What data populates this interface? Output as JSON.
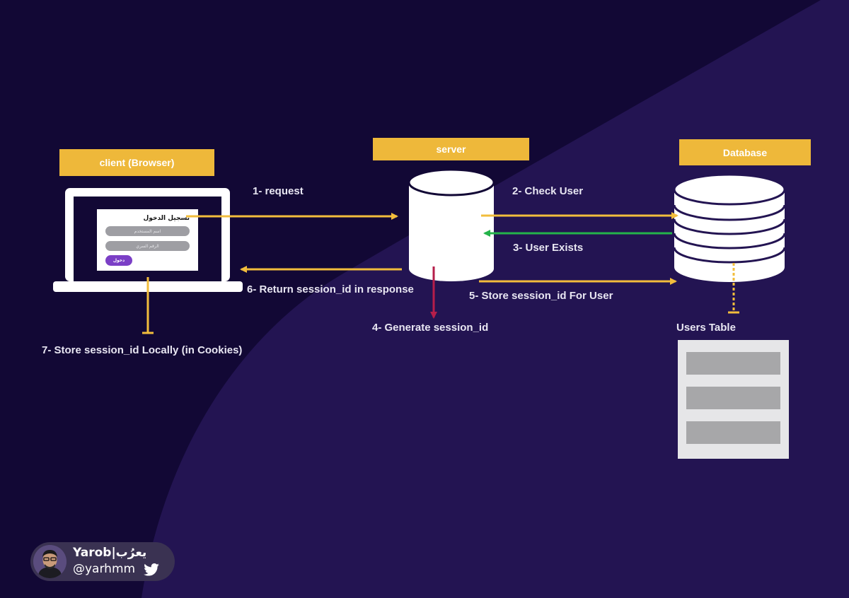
{
  "title_labels": {
    "client": "client (Browser)",
    "server": "server",
    "database": "Database"
  },
  "steps": {
    "request": "1- request",
    "check_user": "2- Check User",
    "user_exists": "3- User Exists",
    "generate": "4- Generate session_id",
    "store_for_user": "5- Store session_id For User",
    "return_session": "6- Return session_id in response",
    "store_locally": "7- Store session_id Locally (in Cookies)"
  },
  "login_form": {
    "title": "تسجيل الدخول",
    "username_placeholder": "اسم المستخدم",
    "password_placeholder": "الرقم السري",
    "submit_label": "دخول"
  },
  "users_table": {
    "label": "Users Table",
    "row_count": 3
  },
  "author_badge": {
    "name": "Yarob|يعرُب",
    "handle": "@yarhmm"
  },
  "colors": {
    "background_dark": "#120835",
    "background_light": "#231452",
    "label_box": "#eeb83a",
    "arrow_yellow": "#f2bd3c",
    "arrow_green": "#24b34a",
    "arrow_red": "#b51e4a",
    "text": "#e8e6f2"
  },
  "icons": {
    "laptop": "laptop-icon",
    "server": "server-cylinder-icon",
    "database": "database-stack-icon",
    "twitter": "twitter-bird-icon"
  }
}
